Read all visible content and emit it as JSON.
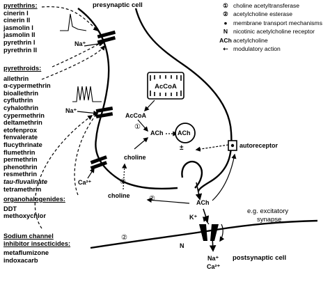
{
  "title_pre": "presynaptic cell",
  "title_post": "postsynaptic cell",
  "groups": [
    {
      "heading": "pyrethrins:",
      "items": [
        "cinerin I",
        "cinerin II",
        "jasmolin I",
        "jasmolin II",
        "pyrethrin I",
        "pyrethrin II"
      ]
    },
    {
      "heading": "pyrethroids:",
      "items": [
        "allethrin",
        "α-cypermethrin",
        "bioallethrin",
        "cyfluthrin",
        "cyhalothrin",
        "cypermethrin",
        "deltamethrin",
        "etofenprox",
        "fenvalerate",
        "flucythrinate",
        "flumethrin",
        "permethrin",
        "phenothrin",
        "resmethrin",
        "tau-fluvalinate",
        "tetramethrin"
      ]
    },
    {
      "heading": "organohalogenides:",
      "items": [
        "DDT",
        "methoxychlor"
      ]
    },
    {
      "heading_lines": [
        "Sodium channel",
        "inhibitor insecticides:"
      ],
      "items": [
        "metaflumizone",
        "indoxacarb"
      ]
    }
  ],
  "legend": [
    {
      "symbol": "①",
      "text": "choline acetyltransferase"
    },
    {
      "symbol": "②",
      "text": "acetylcholine esterase"
    },
    {
      "symbol": "●",
      "text": "membrane transport mechanisms"
    },
    {
      "symbol": "N",
      "text": "nicotinic acetylcholine receptor"
    },
    {
      "symbol": "ACh",
      "text": "acetylcholine"
    },
    {
      "symbol": "⇠",
      "text": "modulatory action"
    }
  ],
  "labels": {
    "na1": "Na⁺",
    "na2": "Na⁺",
    "ca": "Ca²⁺",
    "accoa_box": "AcCoA",
    "accoa": "AcCoA",
    "one": "①",
    "ach1": "ACh",
    "ach_vesicle": "ACh",
    "choline1": "choline",
    "choline2": "choline",
    "two_a": "②",
    "two_b": "②",
    "plusminus": "±",
    "autoreceptor": "autoreceptor",
    "ach_cleft": "ACh",
    "k": "K⁺",
    "excitatory_line1": "e.g. excitatory",
    "excitatory_line2": "synapse",
    "n": "N",
    "na_out": "Na⁺",
    "ca_out": "Ca²⁺"
  }
}
